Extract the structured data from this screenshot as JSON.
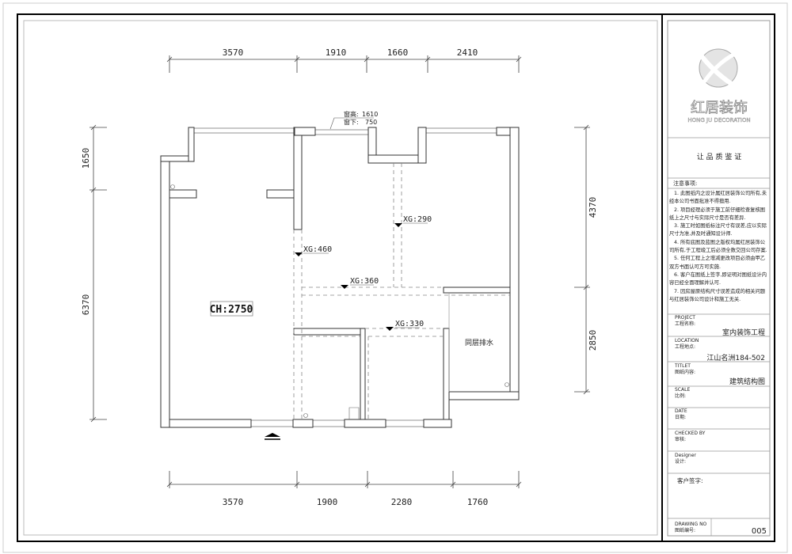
{
  "drawing": {
    "window_note": {
      "height_label": "窗高:",
      "height_value": "1610",
      "sill_label": "窗下:",
      "sill_value": "750"
    },
    "ceiling_height": "CH:2750",
    "beam_labels": [
      "XG:460",
      "XG:290",
      "XG:360",
      "XG:330"
    ],
    "room_label_drainage": "同层排水",
    "dims_top": [
      "3570",
      "1910",
      "1660",
      "2410"
    ],
    "dims_bottom": [
      "3570",
      "1900",
      "2280",
      "1760"
    ],
    "dims_left": [
      "1650",
      "6370"
    ],
    "dims_right": [
      "4370",
      "2850"
    ]
  },
  "title_block": {
    "logo_cn": "红居装饰",
    "logo_en": "HONG JU DECORATION",
    "slogan": "让 品 质 鉴 证",
    "notes_title": "注意事项:",
    "notes": [
      "1. 此图纸内之设计属红居装饰公司所有,未经本公司书面批准不得擅用.",
      "2. 项目经理必须于施工前仔细检查复核图纸上之尺寸与实际尺寸是否有差异.",
      "3. 施工时如图纸标注尺寸有误差,应以实际尺寸为准,并及时通知设计师.",
      "4. 所有底图及蓝图之版权均属红居装饰公司所有,于工程竣工后必须全数交回公司存案.",
      "5. 任何工程上之增减更改项目必须由甲乙双方书面认可方可实施.",
      "6. 客户在图纸上签字,即证明对图纸设计内容已经全面理解并认可.",
      "7. 因房屋原结构尺寸误差造成的相关问题与红居装饰公司设计和施工无关."
    ],
    "project_en": "PROJECT",
    "project_cn": "工程名称:",
    "project_value": "室内装饰工程",
    "location_en": "LOCATION",
    "location_cn": "工程地点:",
    "location_value": "江山名洲184-502",
    "title_en": "TITLET",
    "title_cn": "图纸内容:",
    "title_value": "建筑结构图",
    "scale_en": "SCALE",
    "scale_cn": "比例:",
    "date_en": "DATE",
    "date_cn": "日期:",
    "checked_en": "CHECKED  BY",
    "checked_cn": "审核:",
    "designer_en": "Designer",
    "designer_cn": "设计:",
    "client_sign": "客户签字:",
    "drawing_no_en": "DRAWING NO",
    "drawing_no_cn": "图纸编号:",
    "drawing_no_value": "005"
  }
}
